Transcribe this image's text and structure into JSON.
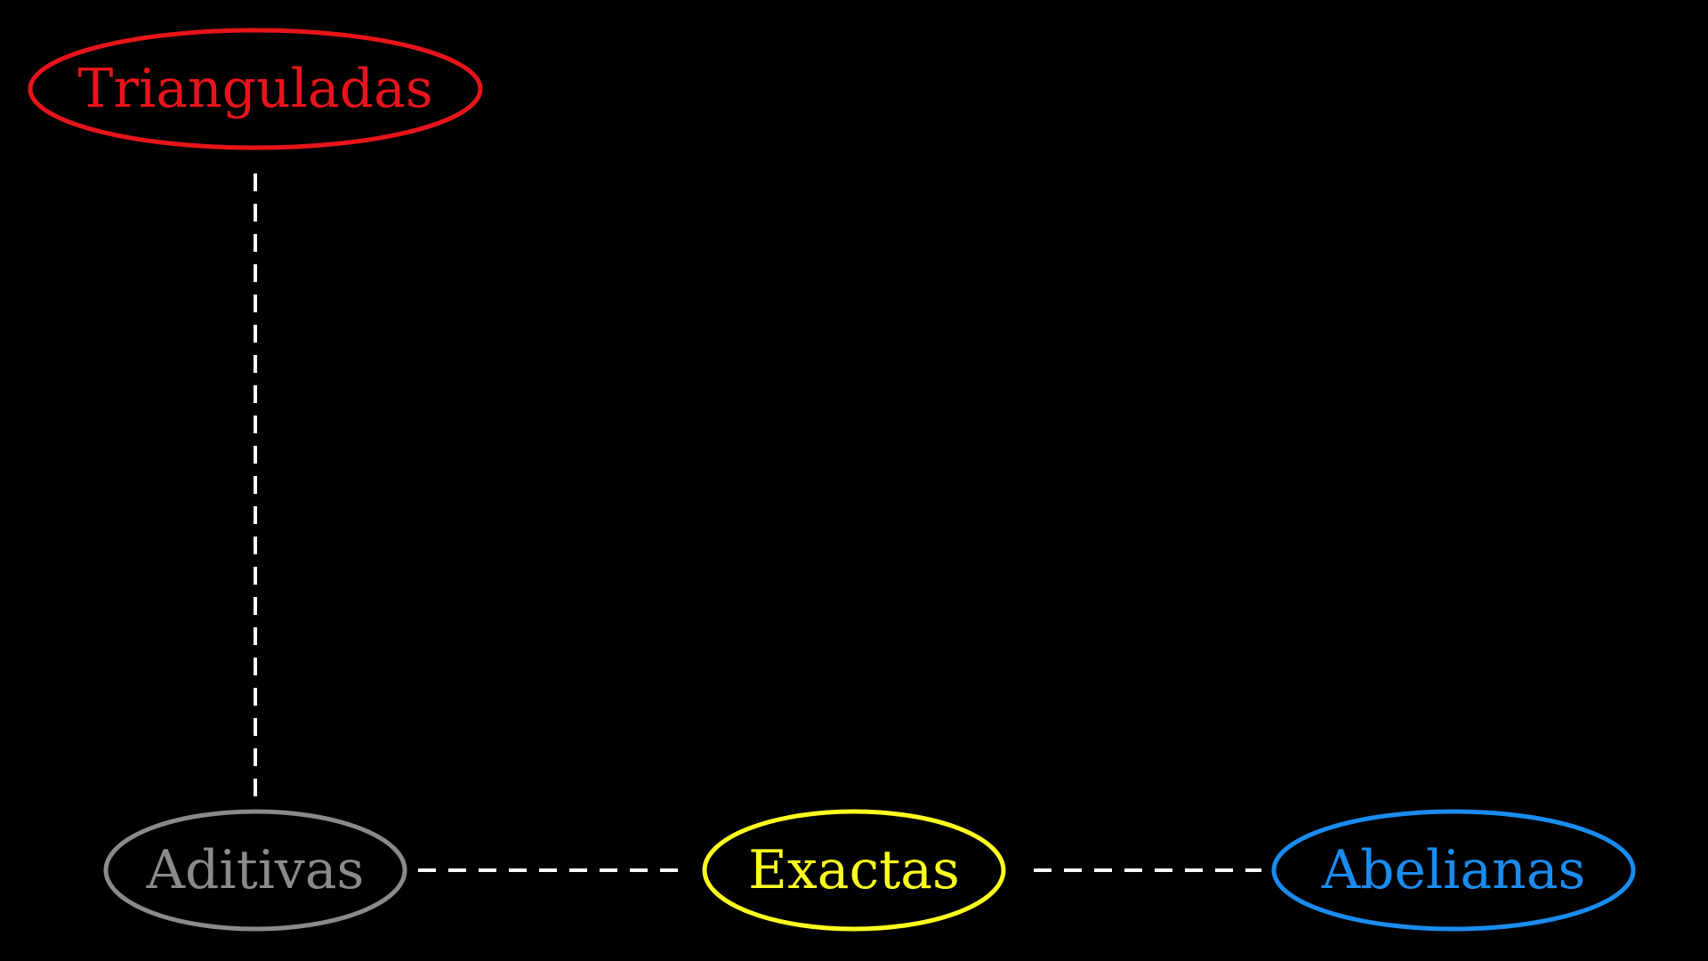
{
  "diagram": {
    "nodes": [
      {
        "id": "trianguladas",
        "label": "Trianguladas",
        "color": "#e8141b"
      },
      {
        "id": "aditivas",
        "label": "Aditivas",
        "color": "#8a8a8a"
      },
      {
        "id": "exactas",
        "label": "Exactas",
        "color": "#ffff1f"
      },
      {
        "id": "abelianas",
        "label": "Abelianas",
        "color": "#1a8cf0"
      }
    ],
    "edges": [
      {
        "from": "trianguladas",
        "to": "aditivas",
        "style": "dashed"
      },
      {
        "from": "aditivas",
        "to": "exactas",
        "style": "dashed"
      },
      {
        "from": "exactas",
        "to": "abelianas",
        "style": "dashed"
      }
    ],
    "edge_color": "#ffffff",
    "background": "#000000"
  }
}
